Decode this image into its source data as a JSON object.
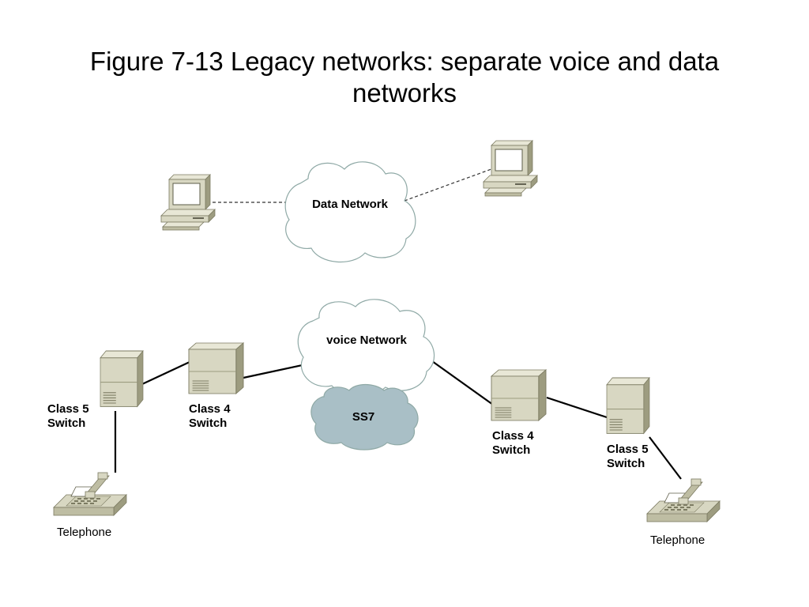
{
  "title_line1": "Figure 7-13 Legacy networks: separate voice and data",
  "title_line2": "networks",
  "clouds": {
    "data": "Data Network",
    "voice": "voice Network",
    "ss7": "SS7"
  },
  "devices": {
    "left_class5": [
      "Class 5",
      "Switch"
    ],
    "left_class4": [
      "Class 4",
      "Switch"
    ],
    "right_class4": [
      "Class 4",
      "Switch"
    ],
    "right_class5": [
      "Class 5",
      "Switch"
    ],
    "left_telephone": "Telephone",
    "right_telephone": "Telephone"
  },
  "colors": {
    "cloud_fill": "#ffffff",
    "cloud_stroke": "#8fa9a6",
    "ss7_fill": "#a9bfc6",
    "device_light": "#d8d7c2",
    "device_mid": "#bebda3",
    "device_dark": "#9d9c80",
    "screen": "#ffffff"
  }
}
